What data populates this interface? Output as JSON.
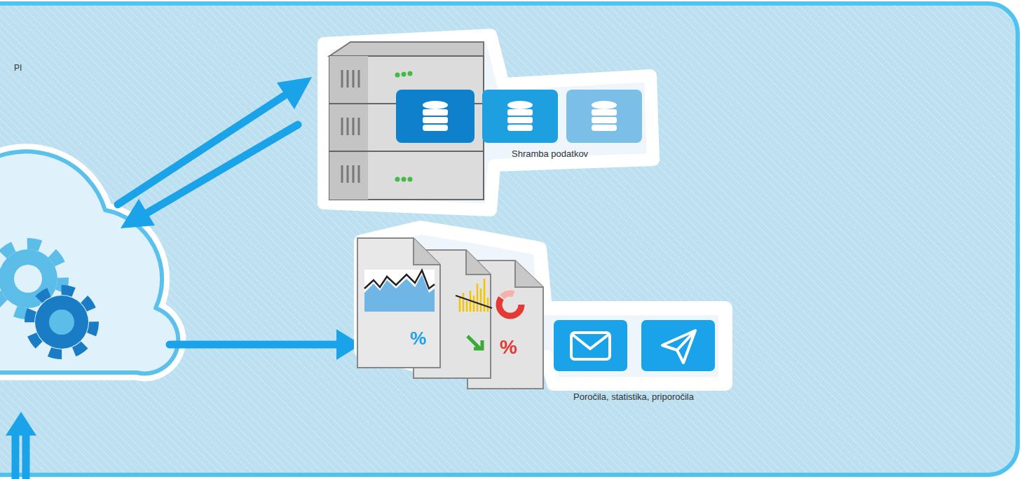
{
  "diagram": {
    "nodes": [
      {
        "text": [
          "Shramba podatkov"
        ]
      },
      {
        "text": [
          "Poročila, statistika, priporočila"
        ]
      }
    ],
    "labels": [
      "PI"
    ]
  }
}
